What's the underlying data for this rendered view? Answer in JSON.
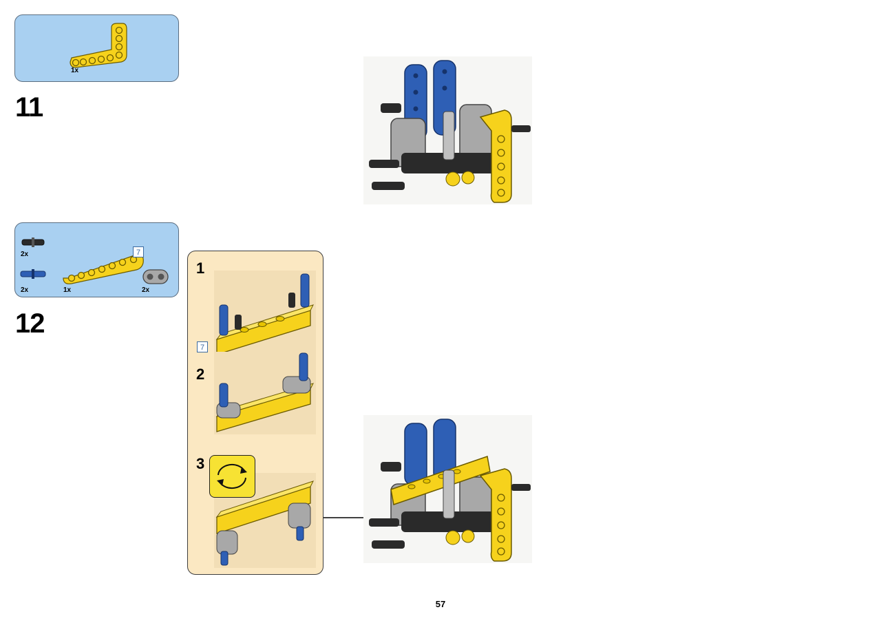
{
  "step11": {
    "number": "11",
    "parts": [
      {
        "name": "yellow-l-beam",
        "qty": "1x",
        "color": "#f6d21c"
      }
    ]
  },
  "step12": {
    "number": "12",
    "parts": [
      {
        "name": "black-friction-pin",
        "qty": "2x",
        "color": "#2a2a2a"
      },
      {
        "name": "blue-axle-pin",
        "qty": "2x",
        "color": "#2e5fb5"
      },
      {
        "name": "yellow-beam-7",
        "qty": "1x",
        "color": "#f6d21c"
      },
      {
        "name": "gray-connector",
        "qty": "2x",
        "color": "#9a9a9a"
      }
    ],
    "length_badge": "7",
    "substeps": [
      {
        "number": "1",
        "length_badge": "7"
      },
      {
        "number": "2"
      },
      {
        "number": "3",
        "icon": "rotate-icon"
      }
    ]
  },
  "colors": {
    "parts_box": "#a9d0f1",
    "substep_box": "#fbe8c2",
    "yellow": "#f6d21c",
    "blue": "#2e5fb5",
    "gray": "#a8a8a8",
    "black": "#222222"
  },
  "page": {
    "number": "57"
  }
}
